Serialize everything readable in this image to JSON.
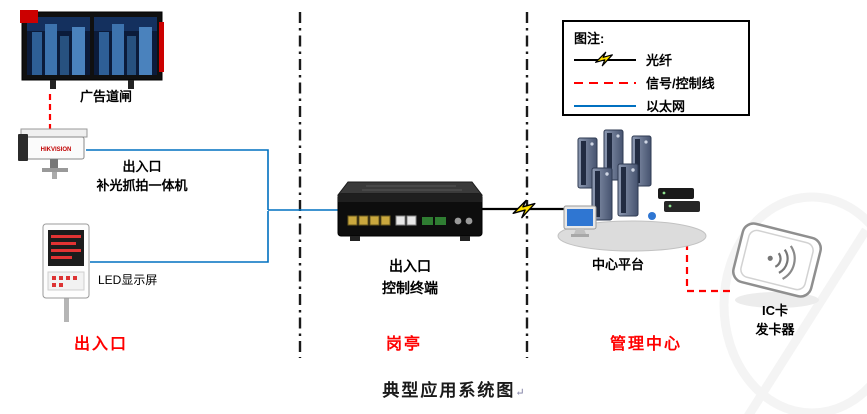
{
  "title": {
    "text": "典型应用系统图",
    "mark": "↵"
  },
  "sections": {
    "entrance": {
      "label": "出入口"
    },
    "booth": {
      "label": "岗亭"
    },
    "center": {
      "label": "管理中心"
    }
  },
  "legend": {
    "title": "图注:",
    "items": [
      {
        "name": "fiber",
        "label": "光纤"
      },
      {
        "name": "signal",
        "label": "信号/控制线"
      },
      {
        "name": "ethernet",
        "label": "以太网"
      }
    ]
  },
  "devices": {
    "barrier": {
      "label": "广告道闸"
    },
    "camera": {
      "line1": "出入口",
      "line2": "补光抓拍一体机",
      "brand": "HIKVISION"
    },
    "led": {
      "label": "LED显示屏"
    },
    "terminal": {
      "line1": "出入口",
      "line2": "控制终端"
    },
    "platform": {
      "label": "中心平台"
    },
    "ic_reader": {
      "line1": "IC卡",
      "line2": "发卡器"
    }
  },
  "colors": {
    "section_label": "#FF0000",
    "fiber_line": "#000000",
    "signal_line": "#FF0000",
    "ethernet_line": "#0070C0",
    "lightning": "#FFE000"
  }
}
